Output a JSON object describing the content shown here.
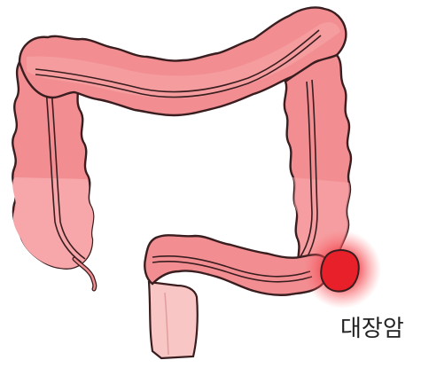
{
  "diagram": {
    "label": "대장암",
    "colors": {
      "colon_fill": "#f28e92",
      "colon_light": "#f7a7aa",
      "colon_dark": "#e06b72",
      "rectum_fill": "#f8c6c4",
      "tumor": "#e8202a",
      "outline": "#3a1d1f"
    },
    "parts": [
      "ascending-colon",
      "transverse-colon",
      "descending-colon",
      "sigmoid-colon",
      "rectum",
      "appendix",
      "tumor"
    ]
  }
}
